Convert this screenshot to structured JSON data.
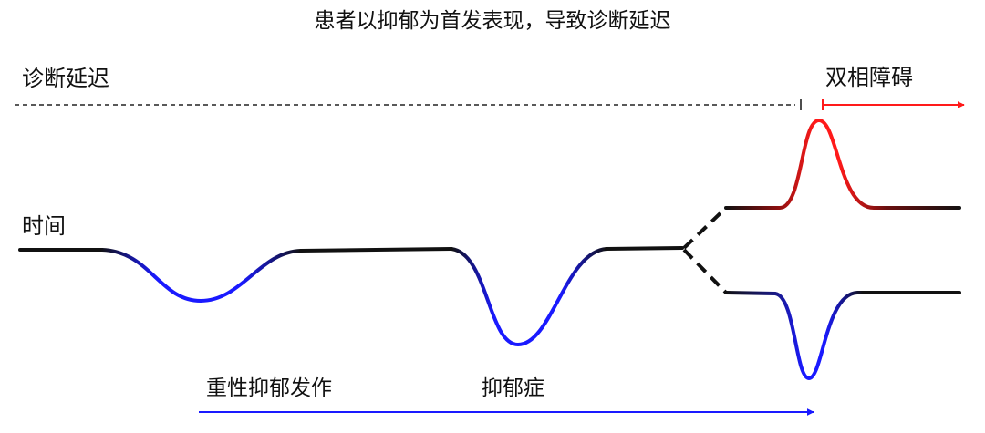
{
  "title": "患者以抑郁为首发表现，导致诊断延迟",
  "labels": {
    "diagnostic_delay": "诊断延迟",
    "bipolar": "双相障碍",
    "time": "时间",
    "major_depressive_episode": "重性抑郁发作",
    "depression": "抑郁症"
  },
  "colors": {
    "red": "#ff1a1a",
    "blue": "#1a1aff",
    "black": "#111111"
  }
}
